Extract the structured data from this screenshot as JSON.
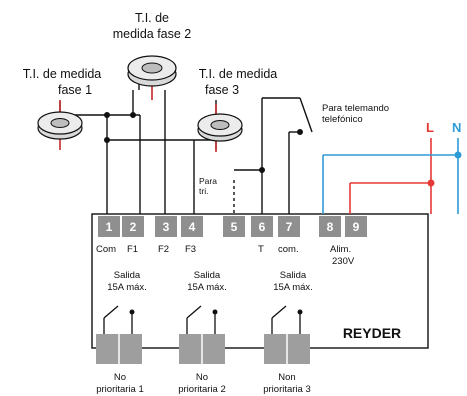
{
  "colors": {
    "terminal": "#8f8f8f",
    "phase_L": "#e53935",
    "neutral_N": "#2e9bd6",
    "wire": "#111111",
    "relay_block": "#9e9e9e"
  },
  "transformers": {
    "ti1": [
      "T.I. de medida",
      "fase 1"
    ],
    "ti2": [
      "T.I. de",
      "medida fase 2"
    ],
    "ti3": [
      "T.I. de medida",
      "fase 3"
    ]
  },
  "remote": [
    "Para telemando",
    "telefónico"
  ],
  "para_tri": [
    "Para",
    "tri."
  ],
  "phases": {
    "L": "L",
    "N": "N"
  },
  "terminals": [
    "1",
    "2",
    "3",
    "4",
    "5",
    "6",
    "7",
    "8",
    "9"
  ],
  "terminal_labels": {
    "com": "Com",
    "f1": "F1",
    "f2": "F2",
    "f3": "F3",
    "t": "T",
    "com2": "com.",
    "alim": "Alim.",
    "v230": "230V"
  },
  "outputs": [
    {
      "title": [
        "Salida",
        "15A máx."
      ],
      "name": [
        "No",
        "prioritaria 1"
      ]
    },
    {
      "title": [
        "Salida",
        "15A máx."
      ],
      "name": [
        "No",
        "prioritaria 2"
      ]
    },
    {
      "title": [
        "Salida",
        "15A máx."
      ],
      "name": [
        "Non",
        "prioritaria 3"
      ]
    }
  ],
  "brand": "REYDER"
}
